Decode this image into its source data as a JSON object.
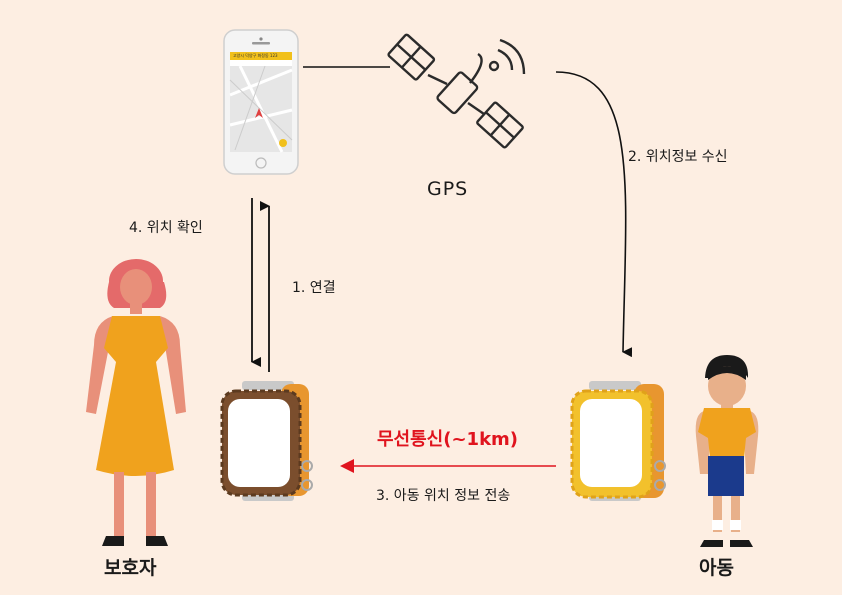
{
  "labels": {
    "gps": "GPS",
    "step1": "1. 연결",
    "step2": "2. 위치정보 수신",
    "step3": "3. 아동 위치 정보 전송",
    "step4": "4. 위치 확인",
    "wireless": "무선통신(~1km)",
    "guardian": "보호자",
    "child": "아동"
  },
  "phone": {
    "app_bar_text": "고양시 덕양구 화정동 123"
  },
  "colors": {
    "background": "#fdeee2",
    "arrow": "#111111",
    "wireless_arrow": "#e0141e",
    "watch_brown": "#7b4e2d",
    "watch_yellow": "#f2c12c",
    "strap_orange": "#e8962f",
    "dress": "#f0a21d",
    "skin": "#e8907a",
    "hair": "#e46a6a",
    "shorts": "#1b3a8c"
  },
  "icons": [
    "satellite-icon",
    "smartphone-icon",
    "smartwatch-icon",
    "guardian-figure",
    "child-figure"
  ]
}
